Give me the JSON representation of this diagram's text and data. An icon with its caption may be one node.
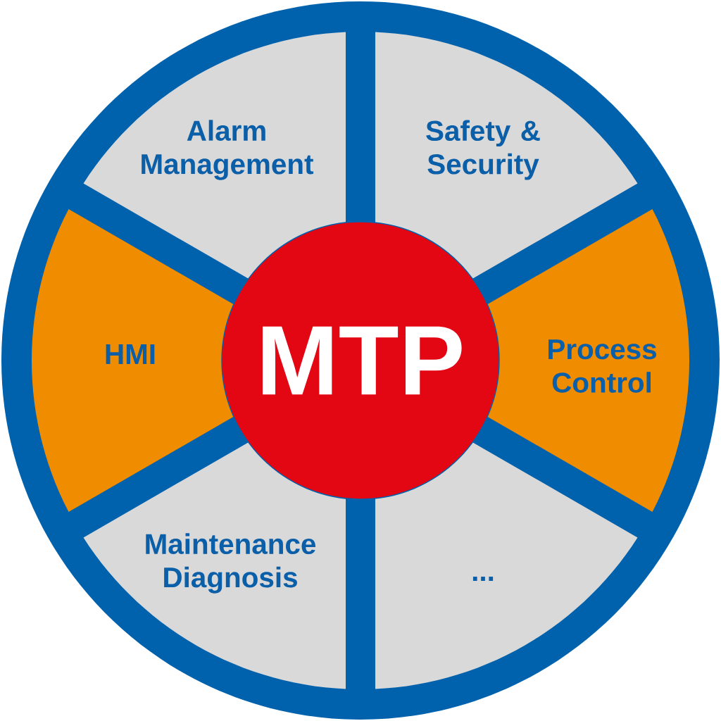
{
  "diagram": {
    "nodes": [
      {
        "text": [
          "Alarm Management"
        ]
      },
      {
        "text": [
          "Safety & Security"
        ]
      },
      {
        "text": [
          "HMI"
        ]
      },
      {
        "text": [
          "MTP"
        ]
      },
      {
        "text": [
          "Process Control"
        ]
      },
      {
        "text": [
          "Maintenance Diagnosis"
        ]
      },
      {
        "text": [
          "..."
        ]
      }
    ]
  }
}
